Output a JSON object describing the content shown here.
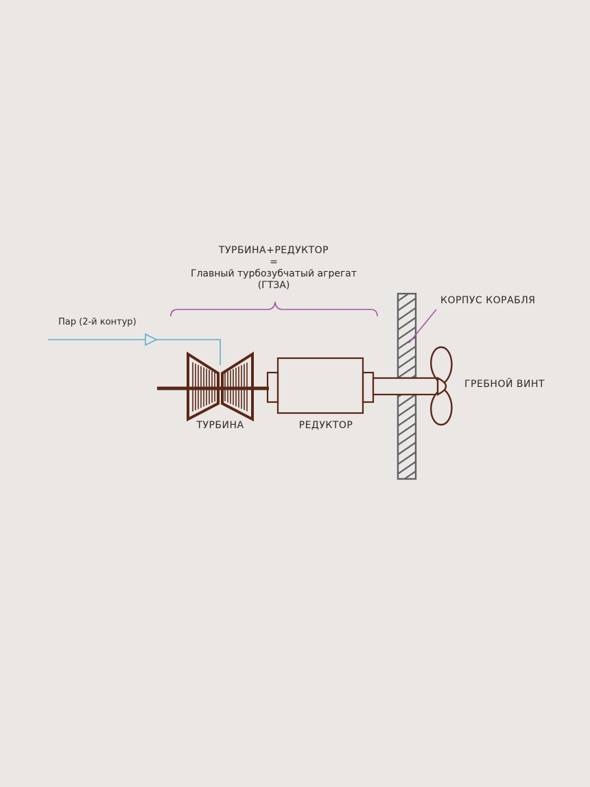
{
  "title": {
    "line1": "ТУРБИНА+РЕДУКТОР",
    "line2": "=",
    "line3": "Главный турбозубчатый агрегат",
    "line4": "(ГТЗА)"
  },
  "labels": {
    "steam": "Пар (2-й контур)",
    "turbine": "ТУРБИНА",
    "reducer": "РЕДУКТОР",
    "hull": "КОРПУС КОРАБЛЯ",
    "propeller": "ГРЕБНОЙ ВИНТ"
  },
  "colors": {
    "background": "#ebe7e4",
    "machinery": "#5a2718",
    "steam_line": "#5bb0c9",
    "brace": "#a3559f",
    "hull": "#5f6166",
    "text": "#2b2622"
  }
}
